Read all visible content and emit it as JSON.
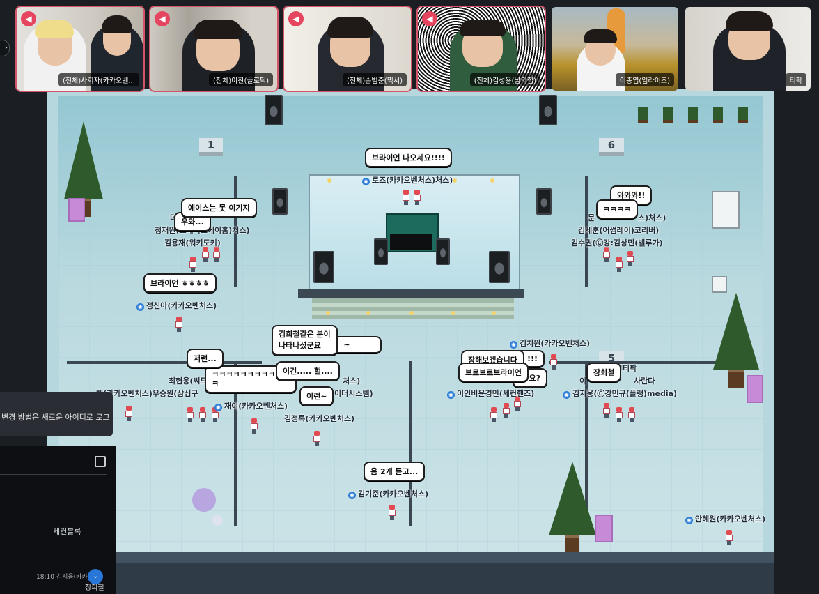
{
  "participants": [
    {
      "name": "(전체)사회자(카카오벤...",
      "speaking": true
    },
    {
      "name": "(전체)이찬(플로틱)",
      "speaking": true
    },
    {
      "name": "(전체)손범준(믹서)",
      "speaking": true
    },
    {
      "name": "(전체)김성용(남의집)",
      "speaking": true
    },
    {
      "name": "이종엽(엄라이즈)",
      "speaking": false
    },
    {
      "name": "티팍",
      "speaking": false
    }
  ],
  "room_signs": [
    "1",
    "6",
    "5"
  ],
  "name_labels": {
    "rose": "로즈(카카오벤처스)처스)",
    "jeong_jaewon": "정재원(크레이즈에이홈)처스)",
    "kim_yongjae": "김용재(워키도키)",
    "de_label": "더",
    "mun_label": "문",
    "chus_label": "스)처스)",
    "kim_sehun": "김세훈(어썸레이)코리버)",
    "kim_sugwon": "김수권(Ⓒ강:김상민(벨루가)",
    "jeong_sina": "정신아(카카오벤처스)",
    "kim_chiwon": "김치원(카카오벤처스)",
    "tipak": "티팍",
    "ee_label": "이",
    "saranda": "사란다",
    "kim_jiung": "김지웅(Ⓒ강민규(플랭)media)",
    "inbi": "이인비윤경민(세컨핸즈)",
    "choi_hyeonung": "최현웅(씨드",
    "woo_seungwon": "체(카카오벤처스)우승원(삼십구",
    "jaei": "재이(카카오벤처스)",
    "kim_jeongrok": "김정록(카카오벤처스)",
    "idisystem": "이더시스템)",
    "chus2": "처스)",
    "kim_gijun": "김기준(카카오벤처스)",
    "an_hyewon": "안혜원(카카오벤처스)",
    "secheon": "세컨블록"
  },
  "bubbles": {
    "brian_come_out": "브라이언 나오세요!!!!",
    "wawawa": "와와와!!",
    "kkk_small": "ㅋㅋㅋㅋ",
    "ace_no_win": "에이스는 못 이기지",
    "uwa": "우와...",
    "brian_hehe": "브라이언 ㅎㅎㅎㅎ",
    "kim_heecheol": "김희철같은 분이\n나타나셨군요",
    "jeoreon": "저런...",
    "kkk_long": "ㅋㅋㅋㅋㅋㅋㅋㅋㅋ\nㅋ",
    "igeon": "이건..... 헐....",
    "ireon": "이런~",
    "janghaebogesseumnida": "장해보겠습니다",
    "beureubeureu": "브르브르브라이언",
    "janghuicheol": "장희철",
    "eum_2gae": "음 2개 듣고...",
    "hidden1": "!!!",
    "hidden2": "요?",
    "hidden3": "~"
  },
  "toast_text": "변경 방법은 새로운 아이디로 로그",
  "chat": {
    "time": "18:10",
    "sender": "김지웅(카카오벤",
    "last_name": "장희철"
  },
  "colors": {
    "speaking_outline": "#d4546a",
    "mic_badge": "#e5455f",
    "star_badge": "#2a7bd8",
    "floor": "#b9d9df"
  }
}
